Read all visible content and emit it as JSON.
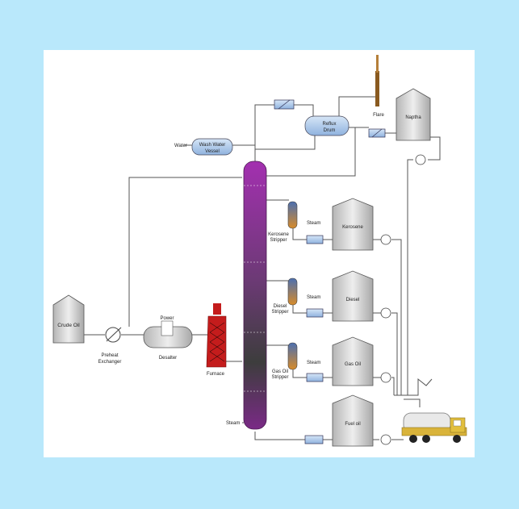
{
  "labels": {
    "crude_oil": "Crude Oil",
    "preheat_1": "Preheat",
    "preheat_2": "Exchanger",
    "desalter": "Desalter",
    "power": "Power",
    "furnace": "Furnace",
    "water": "Water",
    "wash_water_1": "Wash Water",
    "wash_water_2": "Vessel",
    "reflux_1": "Reflux",
    "reflux_2": "Drum",
    "flare": "Flare",
    "naptha": "Naptha",
    "kerosene_tank": "Kerosene",
    "kerosene_stripper_1": "Kerosene",
    "kerosene_stripper_2": "Stripper",
    "diesel_tank": "Diesel",
    "diesel_stripper_1": "Diesel",
    "diesel_stripper_2": "Stripper",
    "gasoil_tank": "Gas Oil",
    "gasoil_stripper_1": "Gas Oil",
    "gasoil_stripper_2": "Stripper",
    "fuel_oil": "Fuel oil",
    "steam_kero": "Steam",
    "steam_diesel": "Steam",
    "steam_gasoil": "Steam",
    "steam_bottom": "Steam"
  },
  "colors": {
    "background": "#b9e8fb",
    "column_top": "#9b2aa6",
    "column_bottom": "#3c3c3c",
    "furnace": "#c41c1c",
    "vessel": "#a9c7ea",
    "tank": "#d8d8d8",
    "flare": "#8a5a20"
  }
}
